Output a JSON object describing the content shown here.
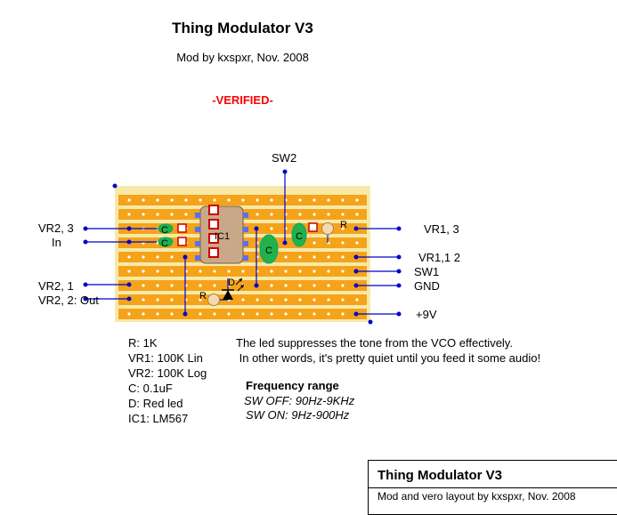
{
  "header": {
    "title": "Thing Modulator V3",
    "subtitle": "Mod by kxspxr, Nov. 2008",
    "status": "-VERIFIED-"
  },
  "labels": {
    "sw2": "SW2",
    "vr2_3": "VR2, 3",
    "in": "In",
    "vr2_1": "VR2, 1",
    "vr2_2_out": "VR2, 2: Out",
    "vr1_3": "VR1, 3",
    "vr1_12": "VR1,1 2",
    "sw1": "SW1",
    "gnd": "GND",
    "plus9v": "+9V",
    "ic1": "IC1",
    "c": "C",
    "r": "R",
    "d": "D"
  },
  "parts_list": [
    "R: 1K",
    "VR1: 100K Lin",
    "VR2: 100K Log",
    "C: 0.1uF",
    "D: Red led",
    "IC1: LM567"
  ],
  "notes": [
    "The led suppresses the tone from the VCO effectively.",
    " In other words, it's pretty quiet until you feed it some audio!"
  ],
  "frequency": {
    "title": "Frequency range",
    "sw_off": "SW OFF: 90Hz-9KHz",
    "sw_on": "SW ON: 9Hz-900Hz"
  },
  "title_block": {
    "title": "Thing Modulator V3",
    "subtitle": "Mod and vero layout by kxspxr, Nov. 2008"
  },
  "colors": {
    "board": "#f6e9a8",
    "strip": "#f4a31a",
    "wire": "#0000cc",
    "capacitor": "#22b14c",
    "resistor": "#f7d9b0",
    "ic": "#c8a888",
    "highlight": "#ff0000"
  }
}
